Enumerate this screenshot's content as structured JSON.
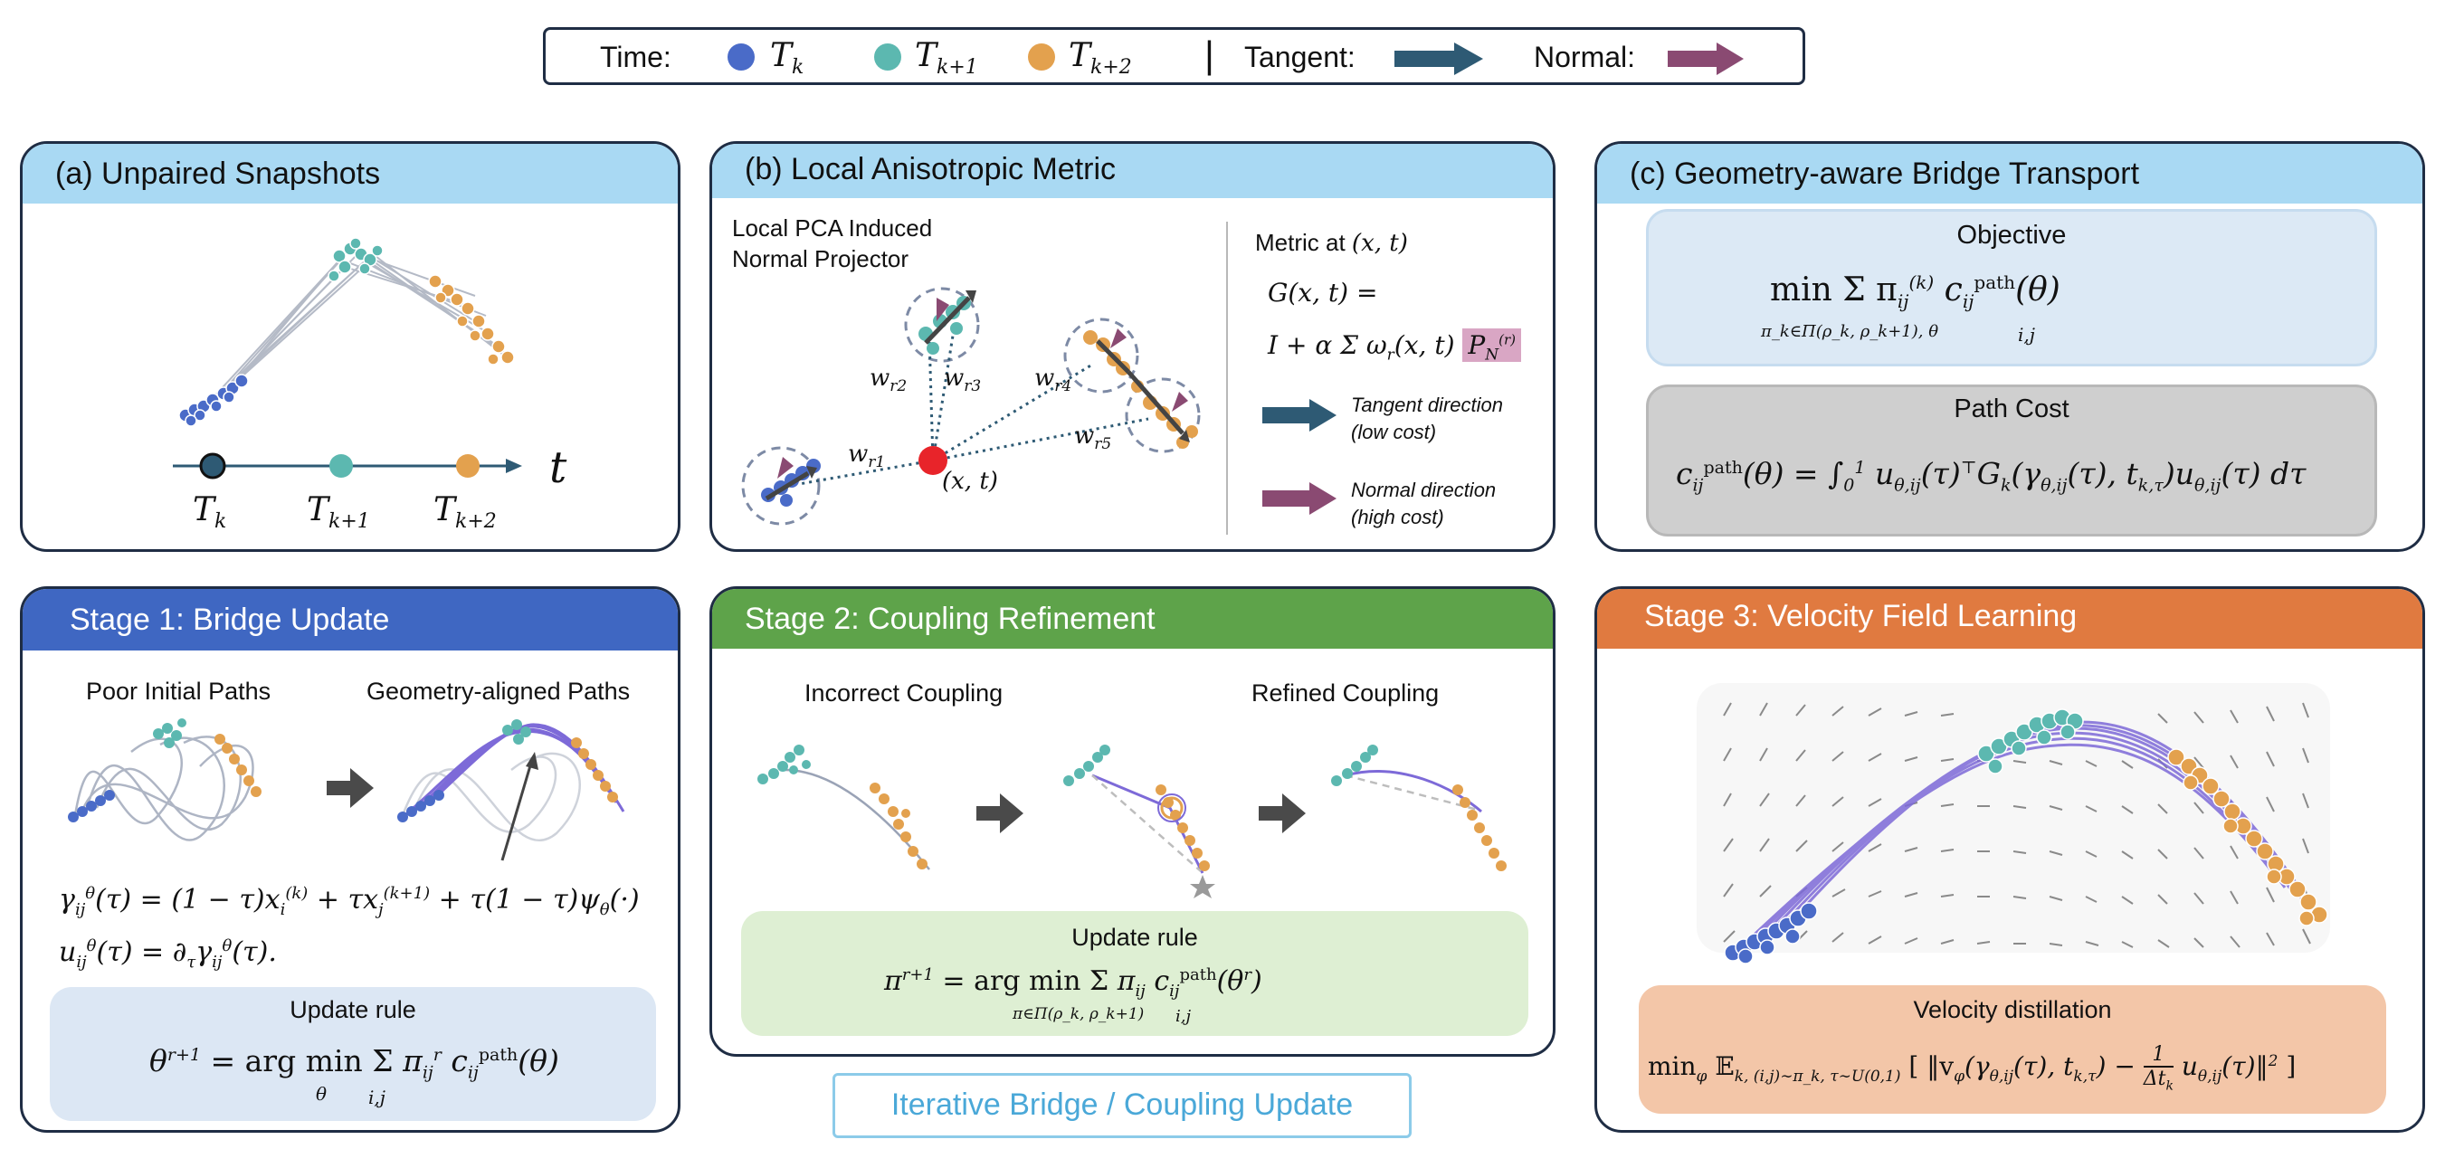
{
  "legend": {
    "time_label": "Time:",
    "t0": "T",
    "t0_sub": "k",
    "t1": "T",
    "t1_sub": "k+1",
    "t2": "T",
    "t2_sub": "k+2",
    "sep": "|",
    "tangent_label": "Tangent:",
    "normal_label": "Normal:"
  },
  "colors": {
    "tk": "#4a6bc8",
    "tk1": "#5cb8b0",
    "tk2": "#e3a14e",
    "tangent": "#2e5a74",
    "normal": "#8a4a72",
    "head_blue": "#a9d9f3",
    "stage1": "#3f67c2",
    "stage2": "#5ea34a",
    "stage3": "#e07a40",
    "path_purple": "#7d6ad8"
  },
  "panel_a": {
    "title": "(a) Unpaired Snapshots",
    "axis_t": "t",
    "ticks": [
      "T",
      "T",
      "T"
    ],
    "tick_subs": [
      "k",
      "k+1",
      "k+2"
    ]
  },
  "panel_b": {
    "title": "(b) Local Anisotropic Metric",
    "subtitle_line1": "Local PCA Induced",
    "subtitle_line2": "Normal Projector",
    "point_label": "(x, t)",
    "weights": [
      "w",
      "w",
      "w",
      "w",
      "w"
    ],
    "weight_subs": [
      "r1",
      "r2",
      "r3",
      "r4",
      "r5"
    ],
    "metric_at": "Metric at",
    "metric_at_math": "(x, t)",
    "eq1": "G(x, t) =",
    "eq2": "I + α Σ ω",
    "eq2_sub": "r",
    "eq2_rest": "(x, t)",
    "projector": "P",
    "projector_sub": "N",
    "projector_sup": "(r)",
    "tangent_line1": "Tangent direction",
    "tangent_line2": "(low cost)",
    "normal_line1": "Normal direction",
    "normal_line2": "(high cost)"
  },
  "panel_c": {
    "title": "(c) Geometry-aware Bridge Transport",
    "objective_title": "Objective",
    "objective_eq": "min Σ π",
    "objective_min_sub": "π_k∈Π(ρ_k, ρ_k+1), θ",
    "objective_sum_sub": "i,j",
    "objective_rest": "c",
    "objective_rest_sub": "ij",
    "objective_rest_sup": "path",
    "objective_arg": "(θ)",
    "pathcost_title": "Path Cost",
    "pathcost_lhs": "c",
    "pathcost_lhs_sub": "ij",
    "pathcost_lhs_sup": "path",
    "pathcost_mid": "(θ) = ∫",
    "pathcost_int_lo": "0",
    "pathcost_int_hi": "1",
    "pathcost_rhs": "u",
    "pathcost_rhs_sub": "θ,ij",
    "pathcost_rhs2": "(τ)",
    "pathcost_rhs2_sup": "⊤",
    "pathcost_rhs3": "G",
    "pathcost_rhs3_sub": "k",
    "pathcost_rhs4": "(γ",
    "pathcost_rhs4_sub": "θ,ij",
    "pathcost_rhs5": "(τ), t",
    "pathcost_rhs5_sub": "k,τ",
    "pathcost_rhs6": ")u",
    "pathcost_rhs6_sub": "θ,ij",
    "pathcost_rhs7": "(τ) dτ"
  },
  "stage1": {
    "title": "Stage 1: Bridge Update",
    "left_caption": "Poor Initial Paths",
    "right_caption": "Geometry-aligned Paths",
    "eq_gamma": "γ",
    "eq_gamma_sub": "ij",
    "eq_gamma_sup": "θ",
    "eq_gamma_rest": "(τ) = (1 − τ)x",
    "eq_x_sub": "i",
    "eq_x_sup": "(k)",
    "eq_plus": "+ τx",
    "eq_x2_sub": "j",
    "eq_x2_sup": "(k+1)",
    "eq_tail": "+ τ(1 − τ)ψ",
    "eq_psi_sub": "θ",
    "eq_psi_rest": "(·)",
    "eq_u": "u",
    "eq_u_sub": "ij",
    "eq_u_sup": "θ",
    "eq_u_rest": "(τ) = ∂",
    "eq_d_sub": "τ",
    "eq_u_rest2": "γ",
    "eq_g2_sub": "ij",
    "eq_g2_sup": "θ",
    "eq_u_end": "(τ).",
    "rule_title": "Update rule",
    "rule_lhs": "θ",
    "rule_lhs_sup": "r+1",
    "rule_mid": "= arg min",
    "rule_min_sub": "θ",
    "rule_sum": "Σ",
    "rule_sum_sub": "i,j",
    "rule_pi": "π",
    "rule_pi_sub": "ij",
    "rule_pi_sup": "r",
    "rule_c": "c",
    "rule_c_sub": "ij",
    "rule_c_sup": "path",
    "rule_end": "(θ)"
  },
  "stage2": {
    "title": "Stage 2: Coupling Refinement",
    "left_caption": "Incorrect Coupling",
    "right_caption": "Refined Coupling",
    "rule_title": "Update rule",
    "rule_lhs": "π",
    "rule_lhs_sup": "r+1",
    "rule_mid": "= arg min",
    "rule_min_sub": "π∈Π(ρ_k, ρ_k+1)",
    "rule_sum": "Σ",
    "rule_sum_sub": "i,j",
    "rule_pi": "π",
    "rule_pi_sub": "ij",
    "rule_c": "c",
    "rule_c_sub": "ij",
    "rule_c_sup": "path",
    "rule_end": "(θ",
    "rule_end_sup": "r",
    "rule_close": ")"
  },
  "stage3": {
    "title": "Stage 3: Velocity Field Learning",
    "box_title": "Velocity distillation",
    "eq_min": "min",
    "eq_min_sub": "φ",
    "eq_E": "𝔼",
    "eq_E_sub": "k, (i,j)∼π_k, τ∼U(0,1)",
    "eq_body": "[ ‖v",
    "eq_v_sub": "φ",
    "eq_body2": "(γ",
    "eq_g_sub": "θ,ij",
    "eq_body3": "(τ), t",
    "eq_t_sub": "k,τ",
    "eq_body4": ") −",
    "eq_frac_num": "1",
    "eq_frac_den": "Δt",
    "eq_frac_den_sub": "k",
    "eq_body5": "u",
    "eq_u_sub": "θ,ij",
    "eq_body6": "(τ)‖",
    "eq_body6_sup": "2",
    "eq_close": "]"
  },
  "footer": {
    "iterative_label": "Iterative Bridge / Coupling Update"
  }
}
